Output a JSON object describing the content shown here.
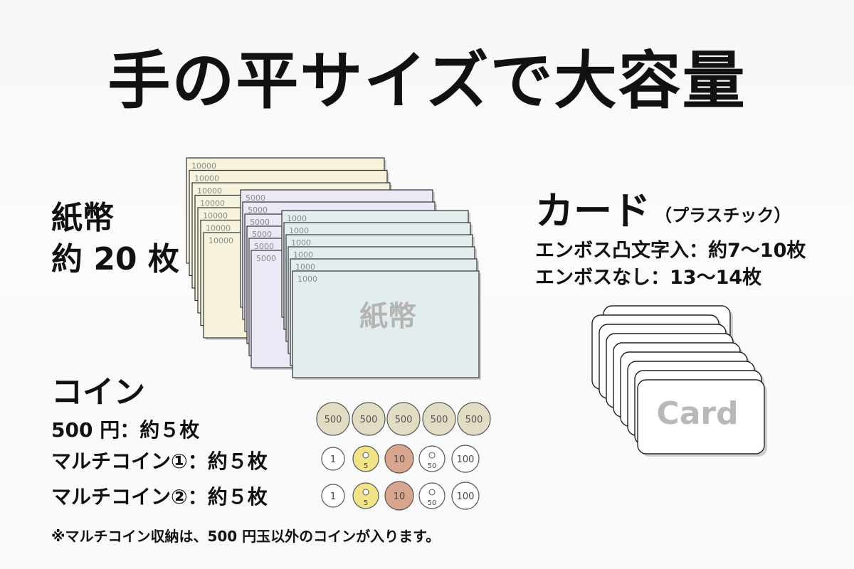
{
  "title": "手の平サイズで大容量",
  "bills": {
    "label_line1": "紙幣",
    "label_line2": "約 20 枚",
    "stack_10000_label": "10000",
    "stack_5000_label": "5000",
    "stack_1000_label": "1000",
    "front_text": "紙幣",
    "colors": {
      "bill_10000": "#f6f2dc",
      "bill_5000": "#ece8f6",
      "bill_1000": "#e4edee"
    }
  },
  "coins": {
    "heading": "コイン",
    "rows": [
      {
        "label": "500 円：約５枚"
      },
      {
        "label": "マルチコイン①：約５枚"
      },
      {
        "label": "マルチコイン②：約５枚"
      }
    ],
    "coin_500_label": "500",
    "multi_coin_labels": [
      "1",
      "5",
      "10",
      "50",
      "100"
    ],
    "note": "※マルチコイン収納は、500 円玉以外のコインが入ります。"
  },
  "cards": {
    "title": "カード",
    "subtitle": "（プラスチック）",
    "line1": "エンボス凸文字入：約7～10枚",
    "line2": "エンボスなし：13～14枚",
    "front_text": "Card"
  }
}
